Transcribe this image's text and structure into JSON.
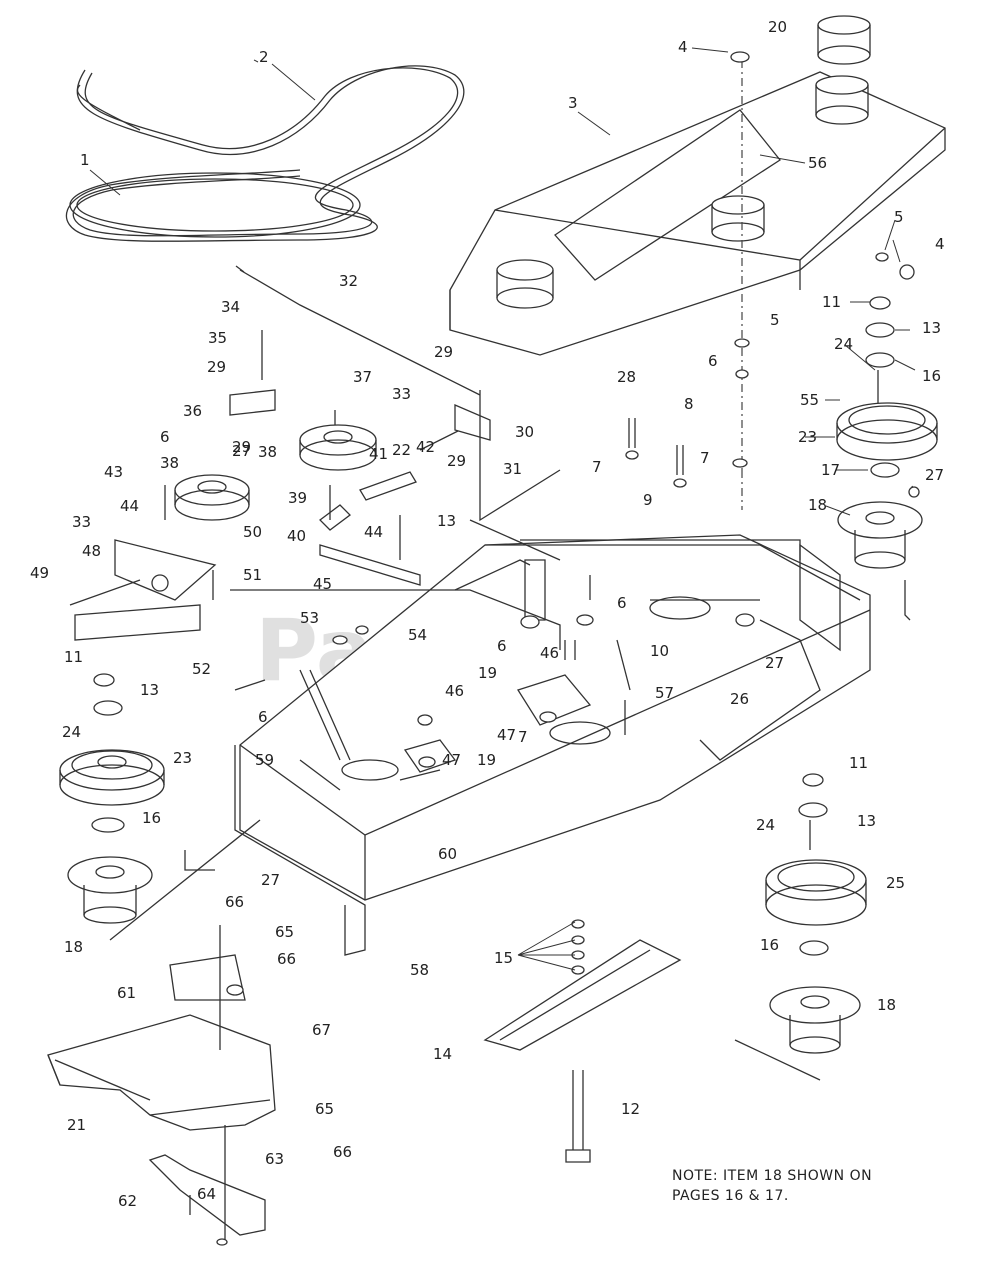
{
  "watermark": "PartsTree",
  "note": {
    "line1": "NOTE: ITEM 18 SHOWN ON",
    "line2": "PAGES 16 & 17."
  },
  "labels": [
    "1",
    "2",
    "3",
    "4",
    "4",
    "5",
    "5",
    "6",
    "6",
    "6",
    "6",
    "6",
    "7",
    "7",
    "7",
    "8",
    "9",
    "10",
    "11",
    "11",
    "11",
    "12",
    "13",
    "13",
    "13",
    "13",
    "14",
    "15",
    "16",
    "16",
    "16",
    "17",
    "18",
    "18",
    "18",
    "19",
    "19",
    "20",
    "21",
    "22",
    "23",
    "23",
    "24",
    "24",
    "24",
    "25",
    "26",
    "27",
    "27",
    "27",
    "27",
    "28",
    "29",
    "29",
    "29",
    "29",
    "30",
    "31",
    "32",
    "33",
    "33",
    "34",
    "35",
    "36",
    "37",
    "38",
    "38",
    "39",
    "40",
    "41",
    "42",
    "43",
    "44",
    "44",
    "45",
    "46",
    "46",
    "47",
    "47",
    "48",
    "49",
    "50",
    "51",
    "52",
    "53",
    "54",
    "55",
    "56",
    "57",
    "58",
    "59",
    "60",
    "61",
    "62",
    "63",
    "64",
    "65",
    "65",
    "66",
    "66",
    "66",
    "67"
  ]
}
